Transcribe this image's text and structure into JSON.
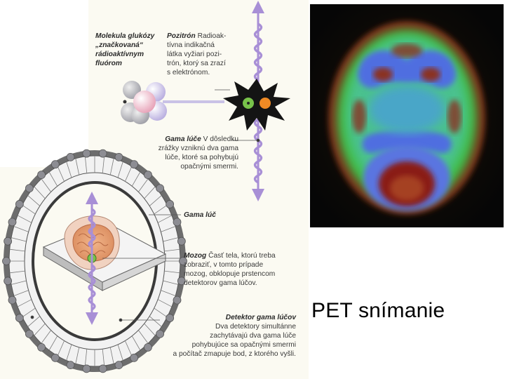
{
  "labels": {
    "glucose": {
      "title_l1": "Molekula glukózy",
      "title_l2": "„značkovaná“",
      "title_l3": "rádioaktívnym",
      "title_l4": "fluórom"
    },
    "positron": {
      "title": "Pozitrón",
      "t1": "Radioak-",
      "t2": "tívna indikačná",
      "t3": "látka vyžiari pozi-",
      "t4": "trón, ktorý sa zrazí",
      "t5": "s elektrónom."
    },
    "gamma_rays": {
      "title": "Gama lúče",
      "t1": "V dôsledku",
      "t2": "zrážky vzniknú dva gama",
      "t3": "lúče, ktoré sa pohybujú",
      "t4": "opačnými smermi."
    },
    "gamma_ray": {
      "title": "Gama lúč"
    },
    "brain": {
      "title": "Mozog",
      "t1": "Časť tela, ktorú treba",
      "t2": "zobraziť, v tomto prípade",
      "t3": "mozog, obklopuje prstencom",
      "t4": "detektorov gama lúčov."
    },
    "detector": {
      "title": "Detektor gama lúčov",
      "t1": "Dva detektory simultánne",
      "t2": "zachytávajú dva gama lúče",
      "t3": "pohybujúce sa opačnými smermi",
      "t4": "a počítač zmapuje bod, z ktorého vyšli."
    }
  },
  "caption": "PET snímanie",
  "colors": {
    "paper": "#fbfaf2",
    "wave": "#a88fd6",
    "positron": "#f08a24",
    "electron": "#78c24a",
    "scan_red": "#8a1a14",
    "scan_green": "#3fbf4a",
    "scan_blue": "#4f6ee0"
  },
  "icons": [
    "glucose-molecule-icon",
    "collision-burst-icon",
    "pet-scanner-ring-icon",
    "head-brain-icon"
  ]
}
